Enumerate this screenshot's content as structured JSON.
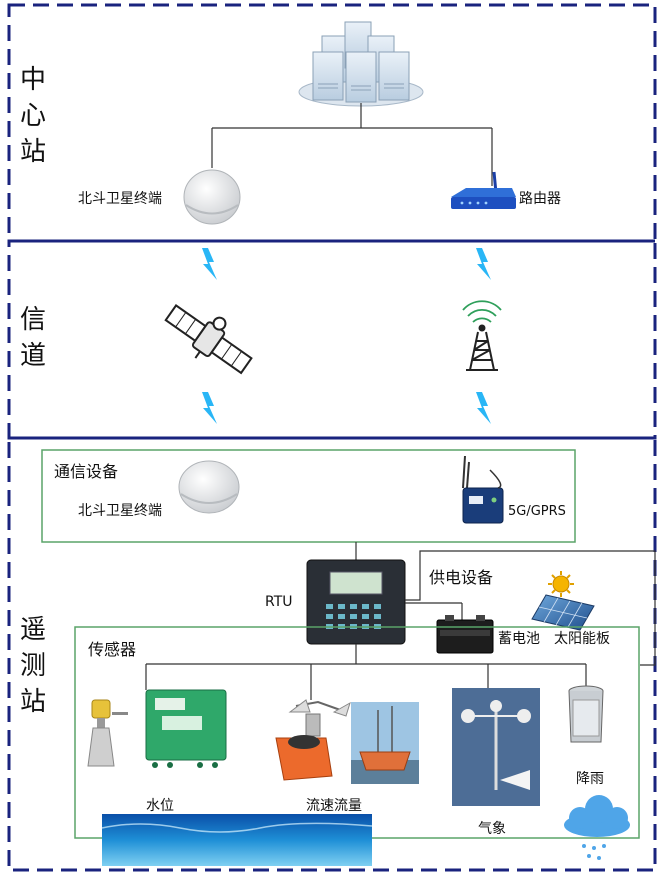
{
  "sections": {
    "center": "中\n心\n站",
    "channel": "信\n道",
    "remote": "遥\n测\n站"
  },
  "center": {
    "beidou_label": "北斗卫星终端",
    "router_label": "路由器"
  },
  "comm": {
    "title": "通信设备",
    "beidou_label": "北斗卫星终端",
    "gprs_label": "5G/GPRS"
  },
  "rtu_label": "RTU",
  "power": {
    "title": "供电设备",
    "battery_label": "蓄电池",
    "solar_label": "太阳能板"
  },
  "sensors": {
    "title": "传感器",
    "water_level": "水位",
    "flow": "流速流量",
    "weather": "气象",
    "rain": "降雨"
  },
  "colors": {
    "dash_border": "#1a237e",
    "green_box": "#5aa469",
    "lightning": "#29b6f6"
  }
}
